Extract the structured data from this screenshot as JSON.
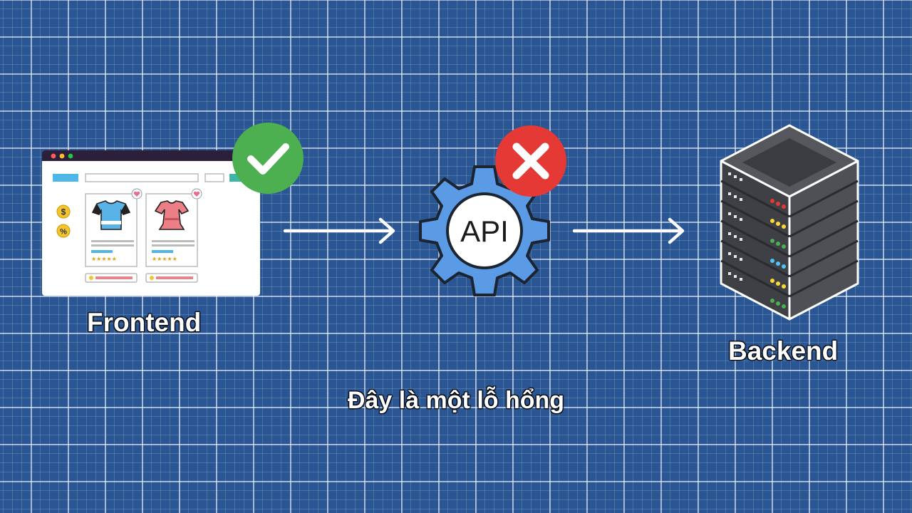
{
  "diagram": {
    "nodes": [
      {
        "id": "frontend",
        "label": "Frontend",
        "status_icon": "check-circle-icon",
        "status_color": "#4caf50"
      },
      {
        "id": "api",
        "label": "API",
        "status_icon": "x-circle-icon",
        "status_color": "#e53935"
      },
      {
        "id": "backend",
        "label": "Backend"
      }
    ],
    "edges": [
      {
        "from": "frontend",
        "to": "api"
      },
      {
        "from": "api",
        "to": "backend"
      }
    ],
    "caption": "Đây là một lỗ hổng"
  },
  "frontend_window": {
    "price_badge": "$",
    "discount_badge": "%"
  },
  "colors": {
    "background": "#2a5694",
    "gear": "#5b9be6",
    "server": "#4a4c52",
    "check": "#4caf50",
    "cross": "#e53935"
  }
}
